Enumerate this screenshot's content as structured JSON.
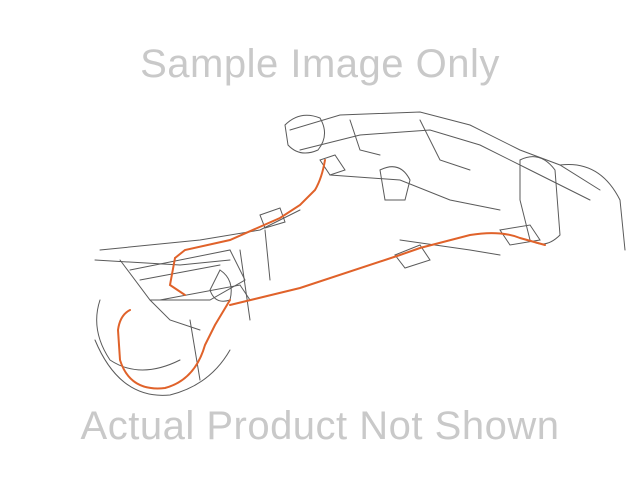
{
  "overlay": {
    "top_text": "Sample Image Only",
    "bottom_text": "Actual Product Not Shown"
  },
  "illustration": {
    "subject": "brake-line-diagram",
    "line_color": "#e0622a",
    "sketch_color": "#555555"
  }
}
